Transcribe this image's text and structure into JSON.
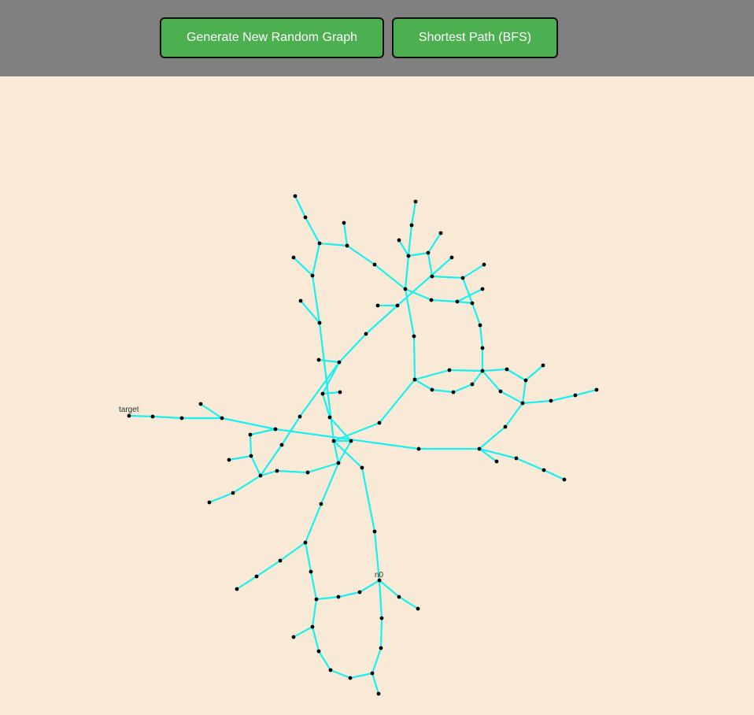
{
  "toolbar": {
    "generate_label": "Generate New Random Graph",
    "bfs_label": "Shortest Path (BFS)"
  },
  "colors": {
    "toolbar_bg": "#808080",
    "button_bg": "#4caf50",
    "canvas_bg": "#f8ead6",
    "edge": "#19f0f0",
    "node": "#000000"
  },
  "graph": {
    "labels": {
      "start": "n0",
      "target": "target"
    }
  }
}
